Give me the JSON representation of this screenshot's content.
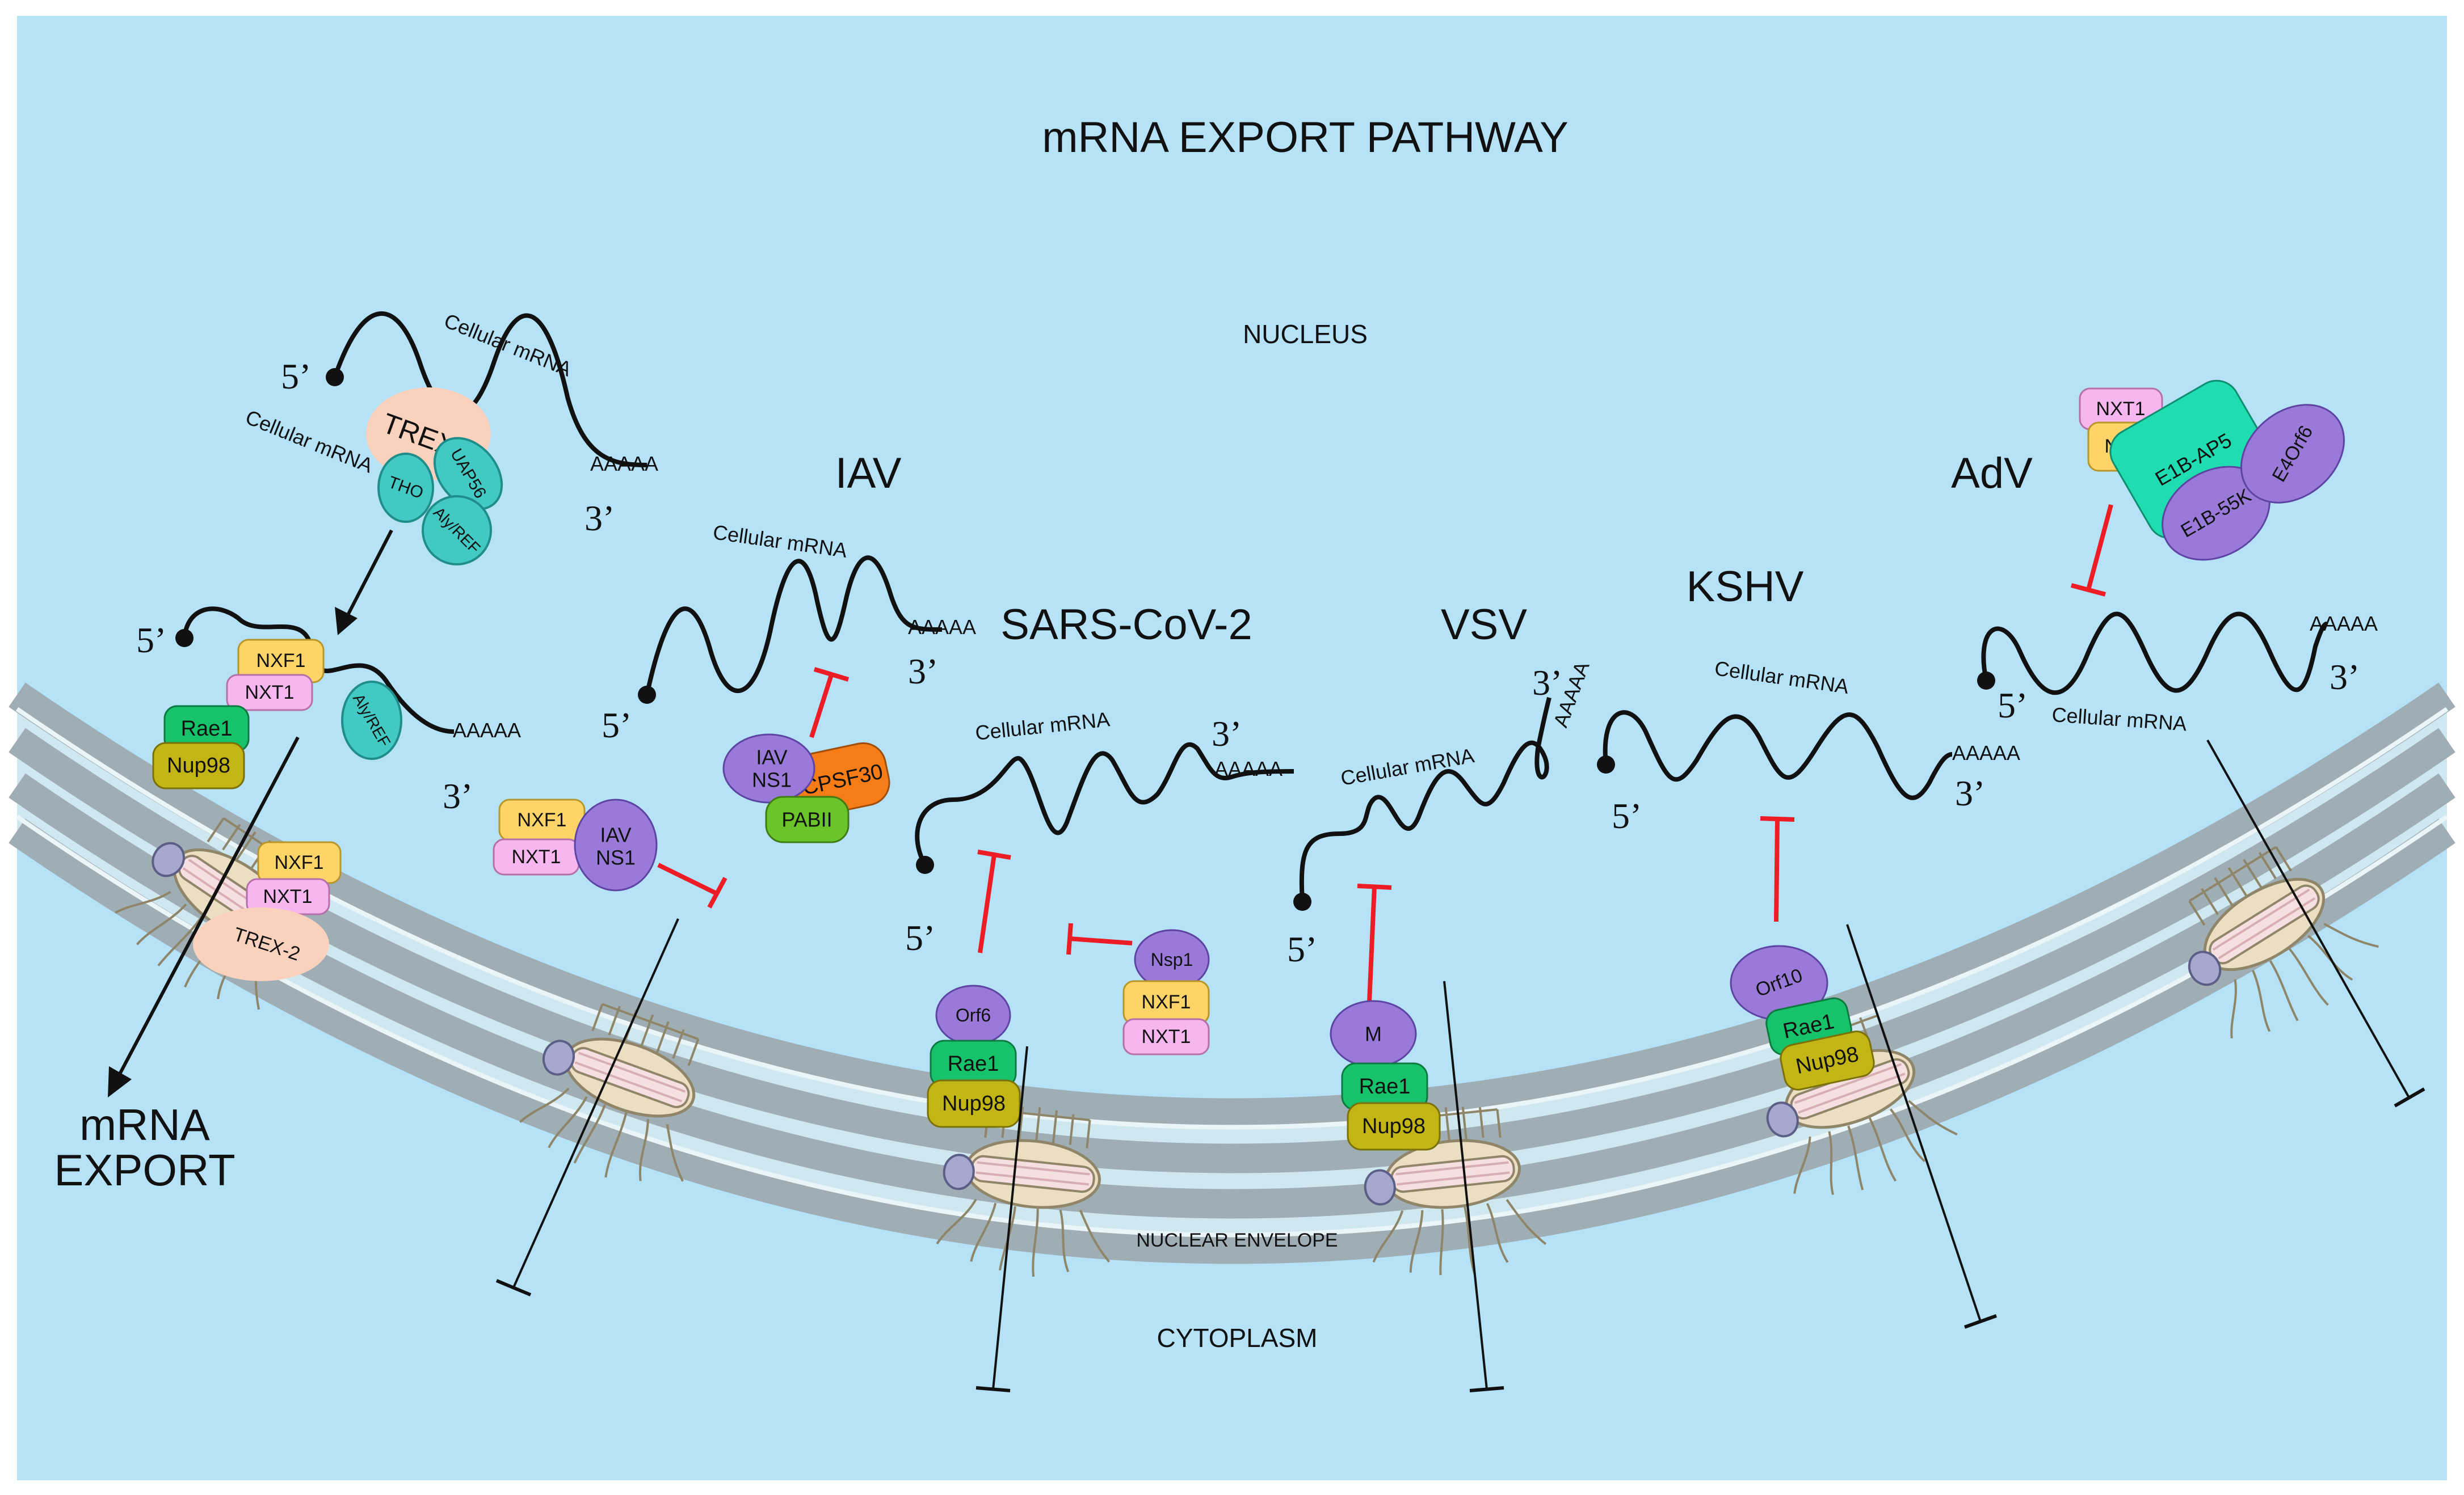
{
  "title": "mRNA EXPORT PATHWAY",
  "regions": {
    "nucleus": "NUCLEUS",
    "cytoplasm": "CYTOPLASM",
    "nuclear_envelope": "NUCLEAR ENVELOPE"
  },
  "export_label": {
    "line1": "mRNA",
    "line2": "EXPORT"
  },
  "viruses": {
    "iav": "IAV",
    "sars": "SARS-CoV-2",
    "vsv": "VSV",
    "kshv": "KSHV",
    "adv": "AdV"
  },
  "mrna": {
    "cellular": "Cellular mRNA",
    "five_prime": "5’",
    "three_prime": "3’",
    "polya": "AAAAA"
  },
  "proteins": {
    "trex": "TREX",
    "tho": "THO",
    "uap56": "UAP56",
    "alyref": "Aly/REF",
    "nxf1": "NXF1",
    "nxt1": "NXT1",
    "rae1": "Rae1",
    "nup98": "Nup98",
    "trex2": "TREX-2",
    "iav_ns1_1": "IAV",
    "iav_ns1_2": "NS1",
    "cpsf30": "CPSF30",
    "pabii": "PABII",
    "orf6": "Orf6",
    "nsp1": "Nsp1",
    "m": "M",
    "orf10": "Orf10",
    "e1bap5": "E1B-AP5",
    "e1b55k": "E1B-55K",
    "e4orf6": "E4Orf6"
  },
  "colors": {
    "background": "#b5e2f7",
    "membrane": "#9fadb5",
    "membrane_light": "#cfe7ef",
    "nxf1": "#fdd467",
    "nxt1": "#f6b6ef",
    "rae1": "#17c36a",
    "nup98": "#c3b515",
    "trex": "#f9d1bc",
    "aly": "#43c9c3",
    "ns1": "#9a7ad8",
    "cpsf30": "#f57c16",
    "pabii": "#6bc42a",
    "e1bap5": "#1fdcb1",
    "inhibit": "#ee1c24"
  }
}
